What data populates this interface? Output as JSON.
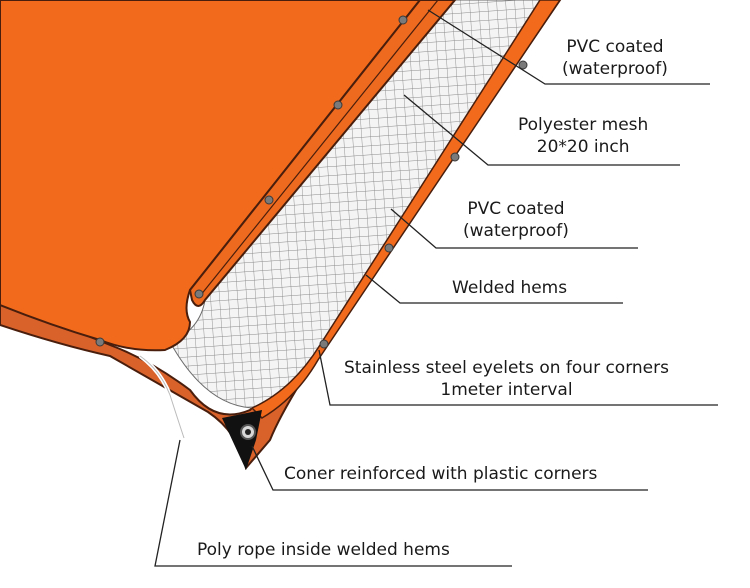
{
  "colors": {
    "tarp": "#f26a1b",
    "tarp_dark": "#c8561a",
    "edge": "#4a1e0c",
    "mesh_bg": "#f4f4f4",
    "mesh_line": "#8a8a8a",
    "leader": "#222222"
  },
  "callouts": [
    {
      "id": "pvc-top",
      "lines": [
        "PVC coated",
        "(waterproof)"
      ]
    },
    {
      "id": "mesh",
      "lines": [
        "Polyester mesh",
        "20*20 inch"
      ]
    },
    {
      "id": "pvc-bottom",
      "lines": [
        "PVC coated",
        "(waterproof)"
      ]
    },
    {
      "id": "welded-hems",
      "lines": [
        "Welded hems"
      ]
    },
    {
      "id": "eyelets",
      "lines": [
        "Stainless steel eyelets on four corners",
        "1meter interval"
      ]
    },
    {
      "id": "corner",
      "lines": [
        "Coner reinforced with plastic corners"
      ]
    },
    {
      "id": "rope",
      "lines": [
        "Poly rope inside welded hems"
      ]
    }
  ],
  "icons": {
    "eyelet": "eyelet-icon",
    "corner": "plastic-corner-icon"
  }
}
